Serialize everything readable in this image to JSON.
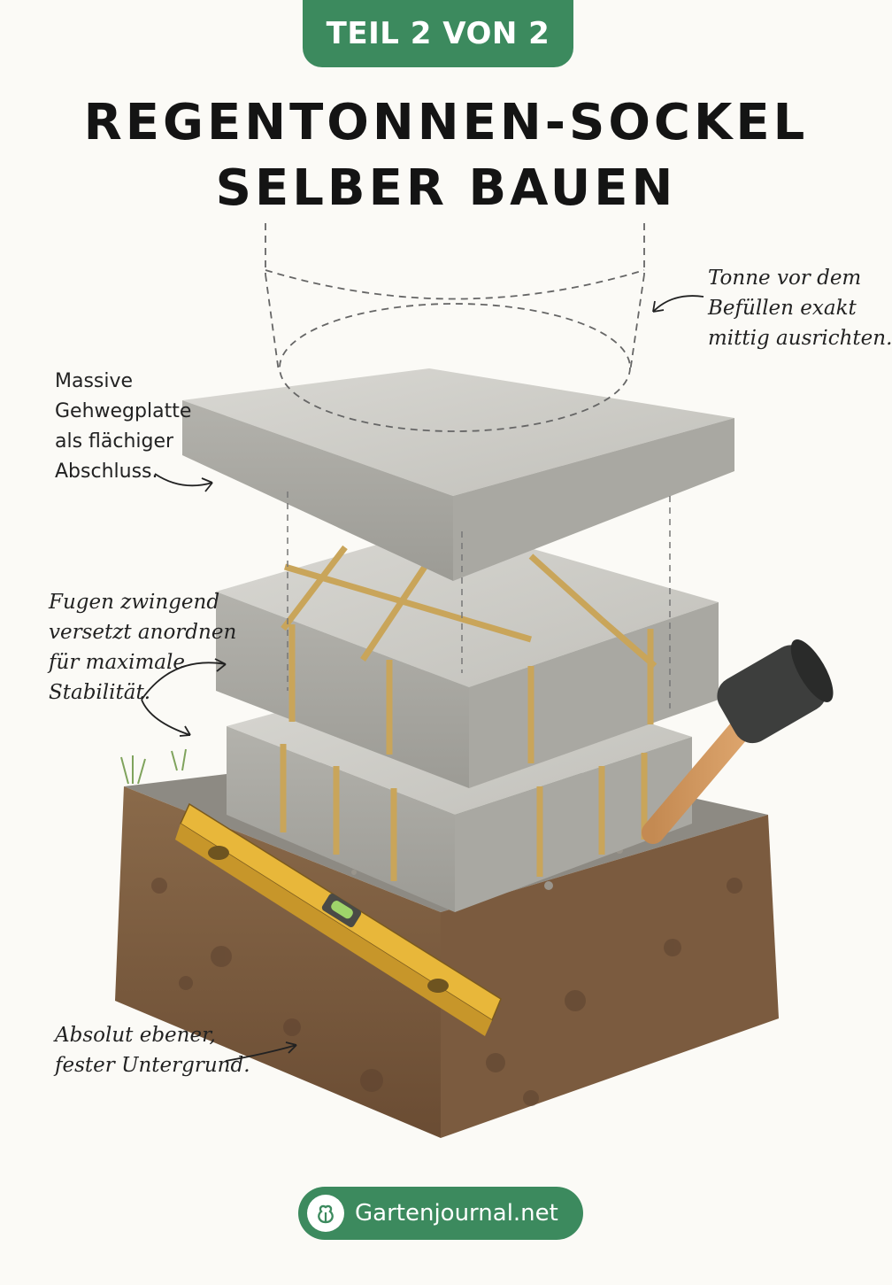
{
  "badge": "TEIL 2 VON 2",
  "title": {
    "line1": "REGENTONNEN-SOCKEL",
    "line2": "SELBER BAUEN"
  },
  "annotations": {
    "tonne": [
      "Tonne vor dem",
      "Befüllen exakt",
      "mittig ausrichten."
    ],
    "platte": [
      "Massive",
      "Gehwegplatte",
      "als flächiger",
      "Abschluss."
    ],
    "fugen": [
      "Fugen zwingend",
      "versetzt anordnen",
      "für maximale",
      "Stabilität."
    ],
    "untergrund": [
      "Absolut ebener,",
      "fester Untergrund."
    ]
  },
  "footer": {
    "brand": "Gartenjournal.net"
  },
  "colors": {
    "accent": "#3c8a5e",
    "stone": "#c9c8c3",
    "joint": "#c9a55a",
    "soil": "#7a5a3e",
    "level": "#e8b73a"
  }
}
